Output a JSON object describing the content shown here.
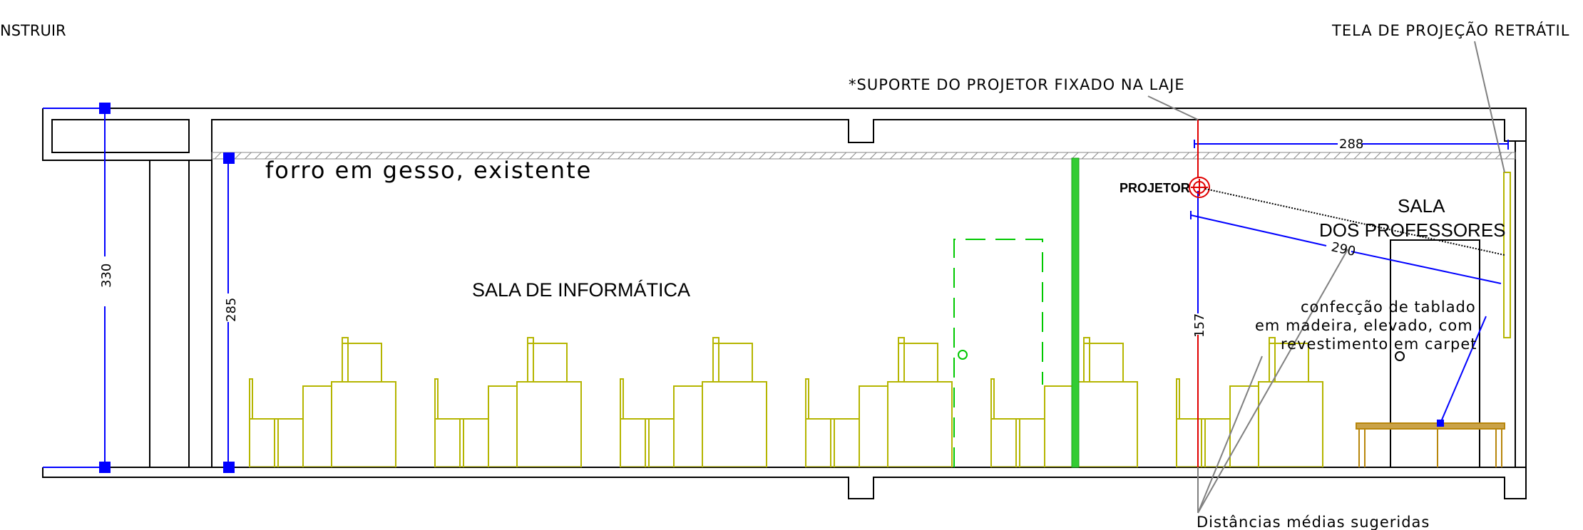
{
  "labels": {
    "construir": "NSTRUIR",
    "tela": "TELA DE PROJEÇÃO RETRÁTIL",
    "suporte": "*SUPORTE DO PROJETOR FIXADO NA LAJE",
    "forro": "forro em gesso, existente",
    "projetor": "PROJETOR",
    "sala_prof_1": "SALA",
    "sala_prof_2": "DOS PROFESSORES",
    "sala_info": "SALA DE INFORMÁTICA",
    "tablado_1": "confecção de tablado",
    "tablado_2": "em madeira, elevado, com",
    "tablado_3": "revestimento em carpet",
    "distancias": "Distâncias médias sugeridas"
  },
  "dimensions": {
    "d330": "330",
    "d285": "285",
    "d288": "288",
    "d290": "290",
    "d157": "157"
  },
  "colors": {
    "line": "#000000",
    "furniture": "#b5b500",
    "dimension": "#0000ff",
    "door": "#00c800",
    "partition": "#33cc33",
    "projector": "#e00000",
    "leader": "#808080"
  }
}
